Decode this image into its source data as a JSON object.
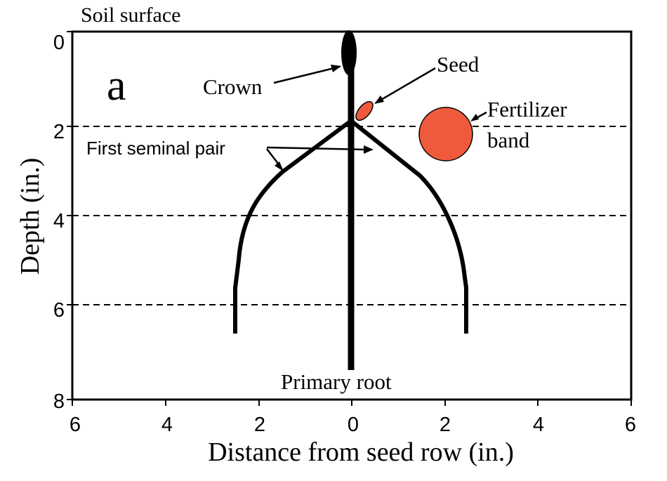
{
  "header": {
    "soil_surface_label": "Soil surface"
  },
  "panel": {
    "label": "a"
  },
  "axes": {
    "y_label": "Depth (in.)",
    "x_label": "Distance from seed row (in.)",
    "y_ticks": [
      "0",
      "2",
      "4",
      "6",
      "8"
    ],
    "x_ticks": [
      "6",
      "4",
      "2",
      "0",
      "2",
      "4",
      "6"
    ]
  },
  "annotations": {
    "crown": "Crown",
    "seed": "Seed",
    "fertilizer_line1": "Fertilizer",
    "fertilizer_line2": "band",
    "seminal": "First seminal pair",
    "primary_root": "Primary root"
  },
  "colors": {
    "seed": "#f05a3c",
    "fertilizer": "#f05a3c",
    "stroke": "#000000"
  }
}
